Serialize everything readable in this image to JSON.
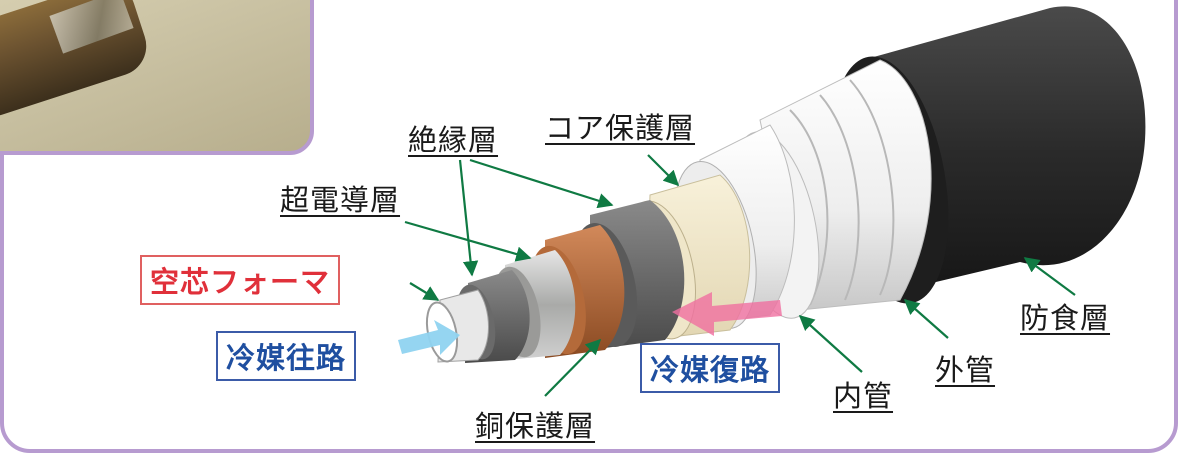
{
  "labels": {
    "core_protection": "コア保護層",
    "insulation": "絶縁層",
    "superconductor": "超電導層",
    "hollow_former": "空芯フォーマ",
    "coolant_forward": "冷媒往路",
    "coolant_return": "冷媒復路",
    "copper_protection": "銅保護層",
    "inner_pipe": "内管",
    "outer_pipe": "外管",
    "anticorrosion": "防食層"
  },
  "colors": {
    "frame": "#b79bd0",
    "hollow_former_text": "#e0303a",
    "hollow_former_border": "#e06060",
    "coolant_text": "#1f4fa0",
    "coolant_border": "#3b5ba8",
    "forward_arrow": "#8fd3f0",
    "return_arrow": "#f06fa0",
    "leader_lines": "#0f7a43"
  }
}
